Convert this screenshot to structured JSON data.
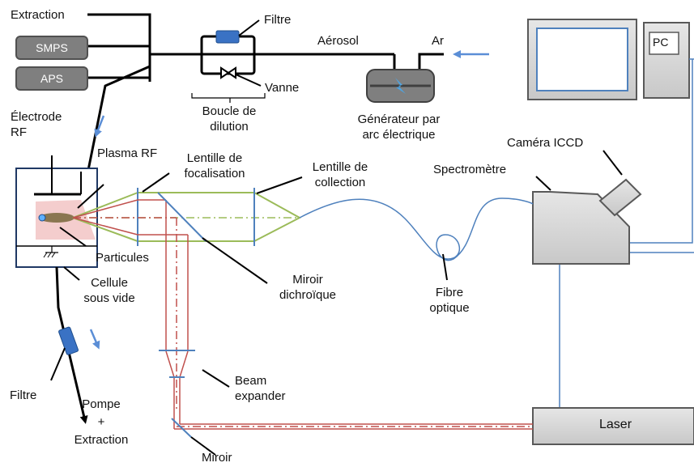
{
  "labels": {
    "extraction_top": "Extraction",
    "smps": "SMPS",
    "aps": "APS",
    "filtre_top": "Filtre",
    "aerosol": "Aérosol",
    "ar": "Ar",
    "vanne": "Vanne",
    "boucle_l1": "Boucle de",
    "boucle_l2": "dilution",
    "generateur_l1": "Générateur par",
    "generateur_l2": "arc électrique",
    "pc": "PC",
    "electrode_l1": "Électrode",
    "electrode_l2": "RF",
    "plasma": "Plasma RF",
    "lentille_foc_l1": "Lentille de",
    "lentille_foc_l2": "focalisation",
    "lentille_col_l1": "Lentille de",
    "lentille_col_l2": "collection",
    "spectrometre": "Spectromètre",
    "camera": "Caméra ICCD",
    "particules": "Particules",
    "cellule_l1": "Cellule",
    "cellule_l2": "sous vide",
    "miroir_dich_l1": "Miroir",
    "miroir_dich_l2": "dichroïque",
    "fibre_l1": "Fibre",
    "fibre_l2": "optique",
    "beam_l1": "Beam",
    "beam_l2": "expander",
    "filtre_bottom": "Filtre",
    "pompe_l1": "Pompe",
    "pompe_l2": "+",
    "pompe_l3": "Extraction",
    "miroir_bottom": "Miroir",
    "laser": "Laser"
  },
  "colors": {
    "line": "#000000",
    "laser_beam": "#c0504d",
    "optics_green": "#9bbb59",
    "optics_blue": "#4f81bd",
    "device_fill": "#d9d9d9",
    "device_stroke": "#595959",
    "plasma": "#f2c4c4",
    "filter_blue": "#3a72c4",
    "arrow_blue": "#5b8ed6"
  }
}
